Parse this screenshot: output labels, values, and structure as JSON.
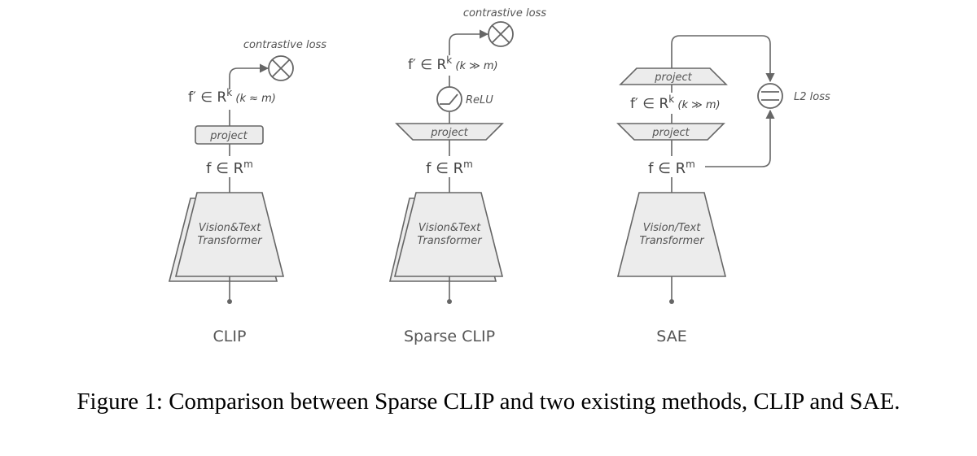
{
  "diagrams": {
    "clip": {
      "title": "CLIP",
      "loss_label": "contrastive loss",
      "feature_out": "f′ ∈ R",
      "feature_out_sup": "k",
      "feature_out_rel": " (k ≈ m)",
      "project_label": "project",
      "feature_in": "f ∈ R",
      "feature_in_sup": "m",
      "encoder_line1": "Vision&Text",
      "encoder_line2": "Transformer"
    },
    "sparse_clip": {
      "title": "Sparse CLIP",
      "loss_label": "contrastive loss",
      "feature_out": "f′ ∈ R",
      "feature_out_sup": "k",
      "feature_out_rel": " (k ≫ m)",
      "activation_label": "ReLU",
      "project_label": "project",
      "feature_in": "f ∈ R",
      "feature_in_sup": "m",
      "encoder_line1": "Vision&Text",
      "encoder_line2": "Transformer"
    },
    "sae": {
      "title": "SAE",
      "loss_label": "L2 loss",
      "project_top_label": "project",
      "feature_out": "f′ ∈ R",
      "feature_out_sup": "k",
      "feature_out_rel": " (k ≫ m)",
      "project_bottom_label": "project",
      "feature_in": "f ∈ R",
      "feature_in_sup": "m",
      "encoder_line1": "Vision/Text",
      "encoder_line2": "Transformer"
    }
  },
  "caption": "Figure 1: Comparison between Sparse CLIP and two existing methods, CLIP and SAE."
}
